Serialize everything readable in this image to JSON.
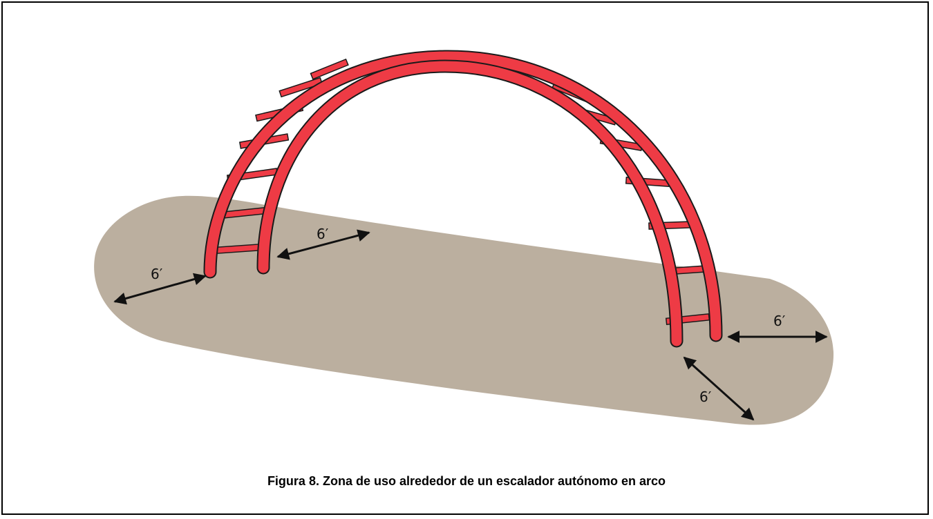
{
  "figure": {
    "caption": "Figura 8. Zona de uso alrededor de un escalador autónomo en arco",
    "dimension_labels": [
      "6′",
      "6′",
      "6′",
      "6′"
    ]
  },
  "colors": {
    "zone": "#bbaf9f",
    "arch": "#ee3b45",
    "outline": "#1a1a1a",
    "arrow": "#111111"
  }
}
